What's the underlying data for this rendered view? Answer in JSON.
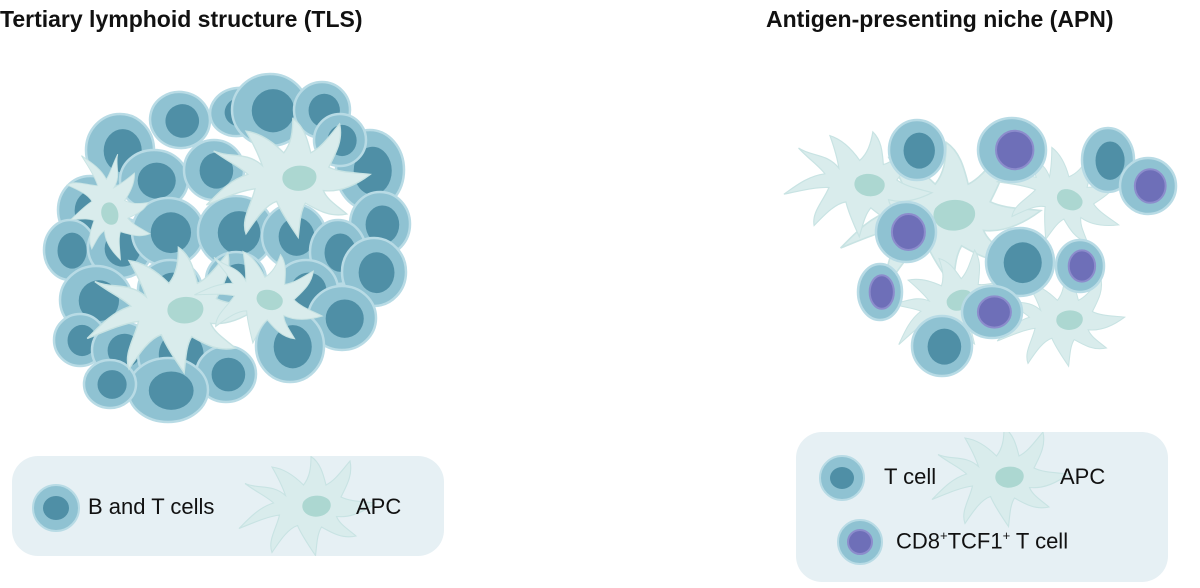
{
  "titles": {
    "left": "Tertiary lymphoid structure (TLS)",
    "right": "Antigen-presenting niche (APN)"
  },
  "legend_left": {
    "cells_label": "B and T cells",
    "apc_label": "APC"
  },
  "legend_right": {
    "t_cell_label": "T cell",
    "apc_label": "APC",
    "cd8_label_prefix": "CD8",
    "cd8_sup1": "+",
    "cd8_label_mid": "TCF1",
    "cd8_sup2": "+",
    "cd8_label_suffix": " T cell"
  },
  "colors": {
    "cell_fill": "#8fc2d2",
    "cell_stroke": "#b8dbe5",
    "nucleus": "#4f8fa6",
    "apc_body": "#d9ecec",
    "apc_nucleus": "#acd7d1",
    "cd8_nucleus": "#6e6fb8",
    "legend_bg": "#e6f0f4"
  }
}
